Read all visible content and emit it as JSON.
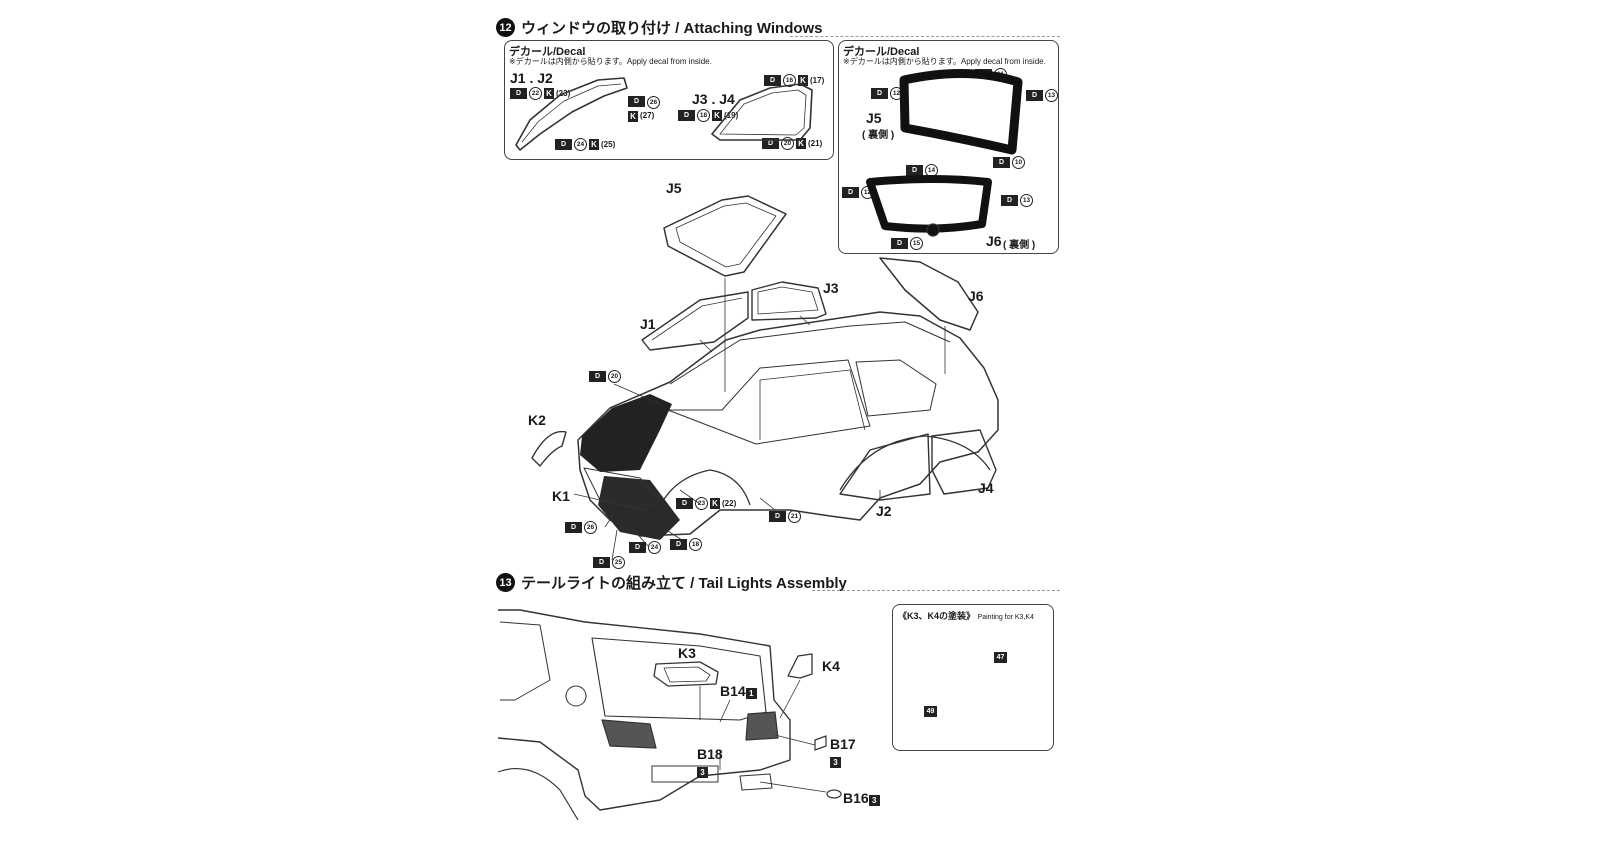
{
  "step12": {
    "number": "12",
    "title": "ウィンドウの取り付け / Attaching Windows",
    "decal_box_left": {
      "title": "デカール/Decal",
      "note": "※デカールは内側から貼ります。Apply decal from inside.",
      "label_j1j2": "J1 . J2",
      "label_j3j4": "J3 . J4",
      "tags": [
        {
          "d": "D",
          "n1": "22",
          "x": "K",
          "n2": "23"
        },
        {
          "d": "D",
          "n1": "26",
          "x": "K",
          "n2": "27"
        },
        {
          "d": "D",
          "n1": "24",
          "x": "K",
          "n2": "25"
        },
        {
          "d": "D",
          "n1": "16",
          "x": "K",
          "n2": "17"
        },
        {
          "d": "D",
          "n1": "18",
          "x": "K",
          "n2": "19"
        },
        {
          "d": "D",
          "n1": "20",
          "x": "K",
          "n2": "21"
        }
      ]
    },
    "decal_box_right": {
      "title": "デカール/Decal",
      "note": "※デカールは内側から貼ります。Apply decal from inside.",
      "label_j5": "J5",
      "label_j5_sub": "( 裏側 )",
      "label_j6": "J6",
      "label_j6_sub": "( 裏側 )",
      "tags": [
        {
          "d": "D",
          "n": "11"
        },
        {
          "d": "D",
          "n": "12"
        },
        {
          "d": "D",
          "n": "13"
        },
        {
          "d": "D",
          "n": "10"
        },
        {
          "d": "D",
          "n": "14"
        },
        {
          "d": "D",
          "n": "12"
        },
        {
          "d": "D",
          "n": "13"
        },
        {
          "d": "D",
          "n": "15"
        }
      ]
    },
    "parts": {
      "j5": "J5",
      "j3": "J3",
      "j1": "J1",
      "j6": "J6",
      "k2": "K2",
      "k1": "K1",
      "j4": "J4",
      "j2": "J2"
    },
    "car_tags": [
      {
        "d": "D",
        "n": "20"
      },
      {
        "d": "D",
        "n": "23",
        "x": "K",
        "n2": "22"
      },
      {
        "d": "D",
        "n": "21"
      },
      {
        "d": "D",
        "n": "26"
      },
      {
        "d": "D",
        "n": "24"
      },
      {
        "d": "D",
        "n": "18"
      },
      {
        "d": "D",
        "n": "25"
      }
    ]
  },
  "step13": {
    "number": "13",
    "title": "テールライトの組み立て / Tail Lights Assembly",
    "labels": {
      "k3": "K3",
      "k4": "K4",
      "b14": "B14",
      "b14_n": "1",
      "b17": "B17",
      "b17_n": "3",
      "b18": "B18",
      "b18_n": "3",
      "b16": "B16",
      "b16_n": "3"
    },
    "paint_box": {
      "title": "《K3、K4の塗装》",
      "subtitle": "Painting for K3,K4",
      "color_a": "47",
      "color_b": "49"
    }
  },
  "colors": {
    "ink": "#1a1a1a",
    "line": "#555555",
    "frame": "#444444"
  }
}
